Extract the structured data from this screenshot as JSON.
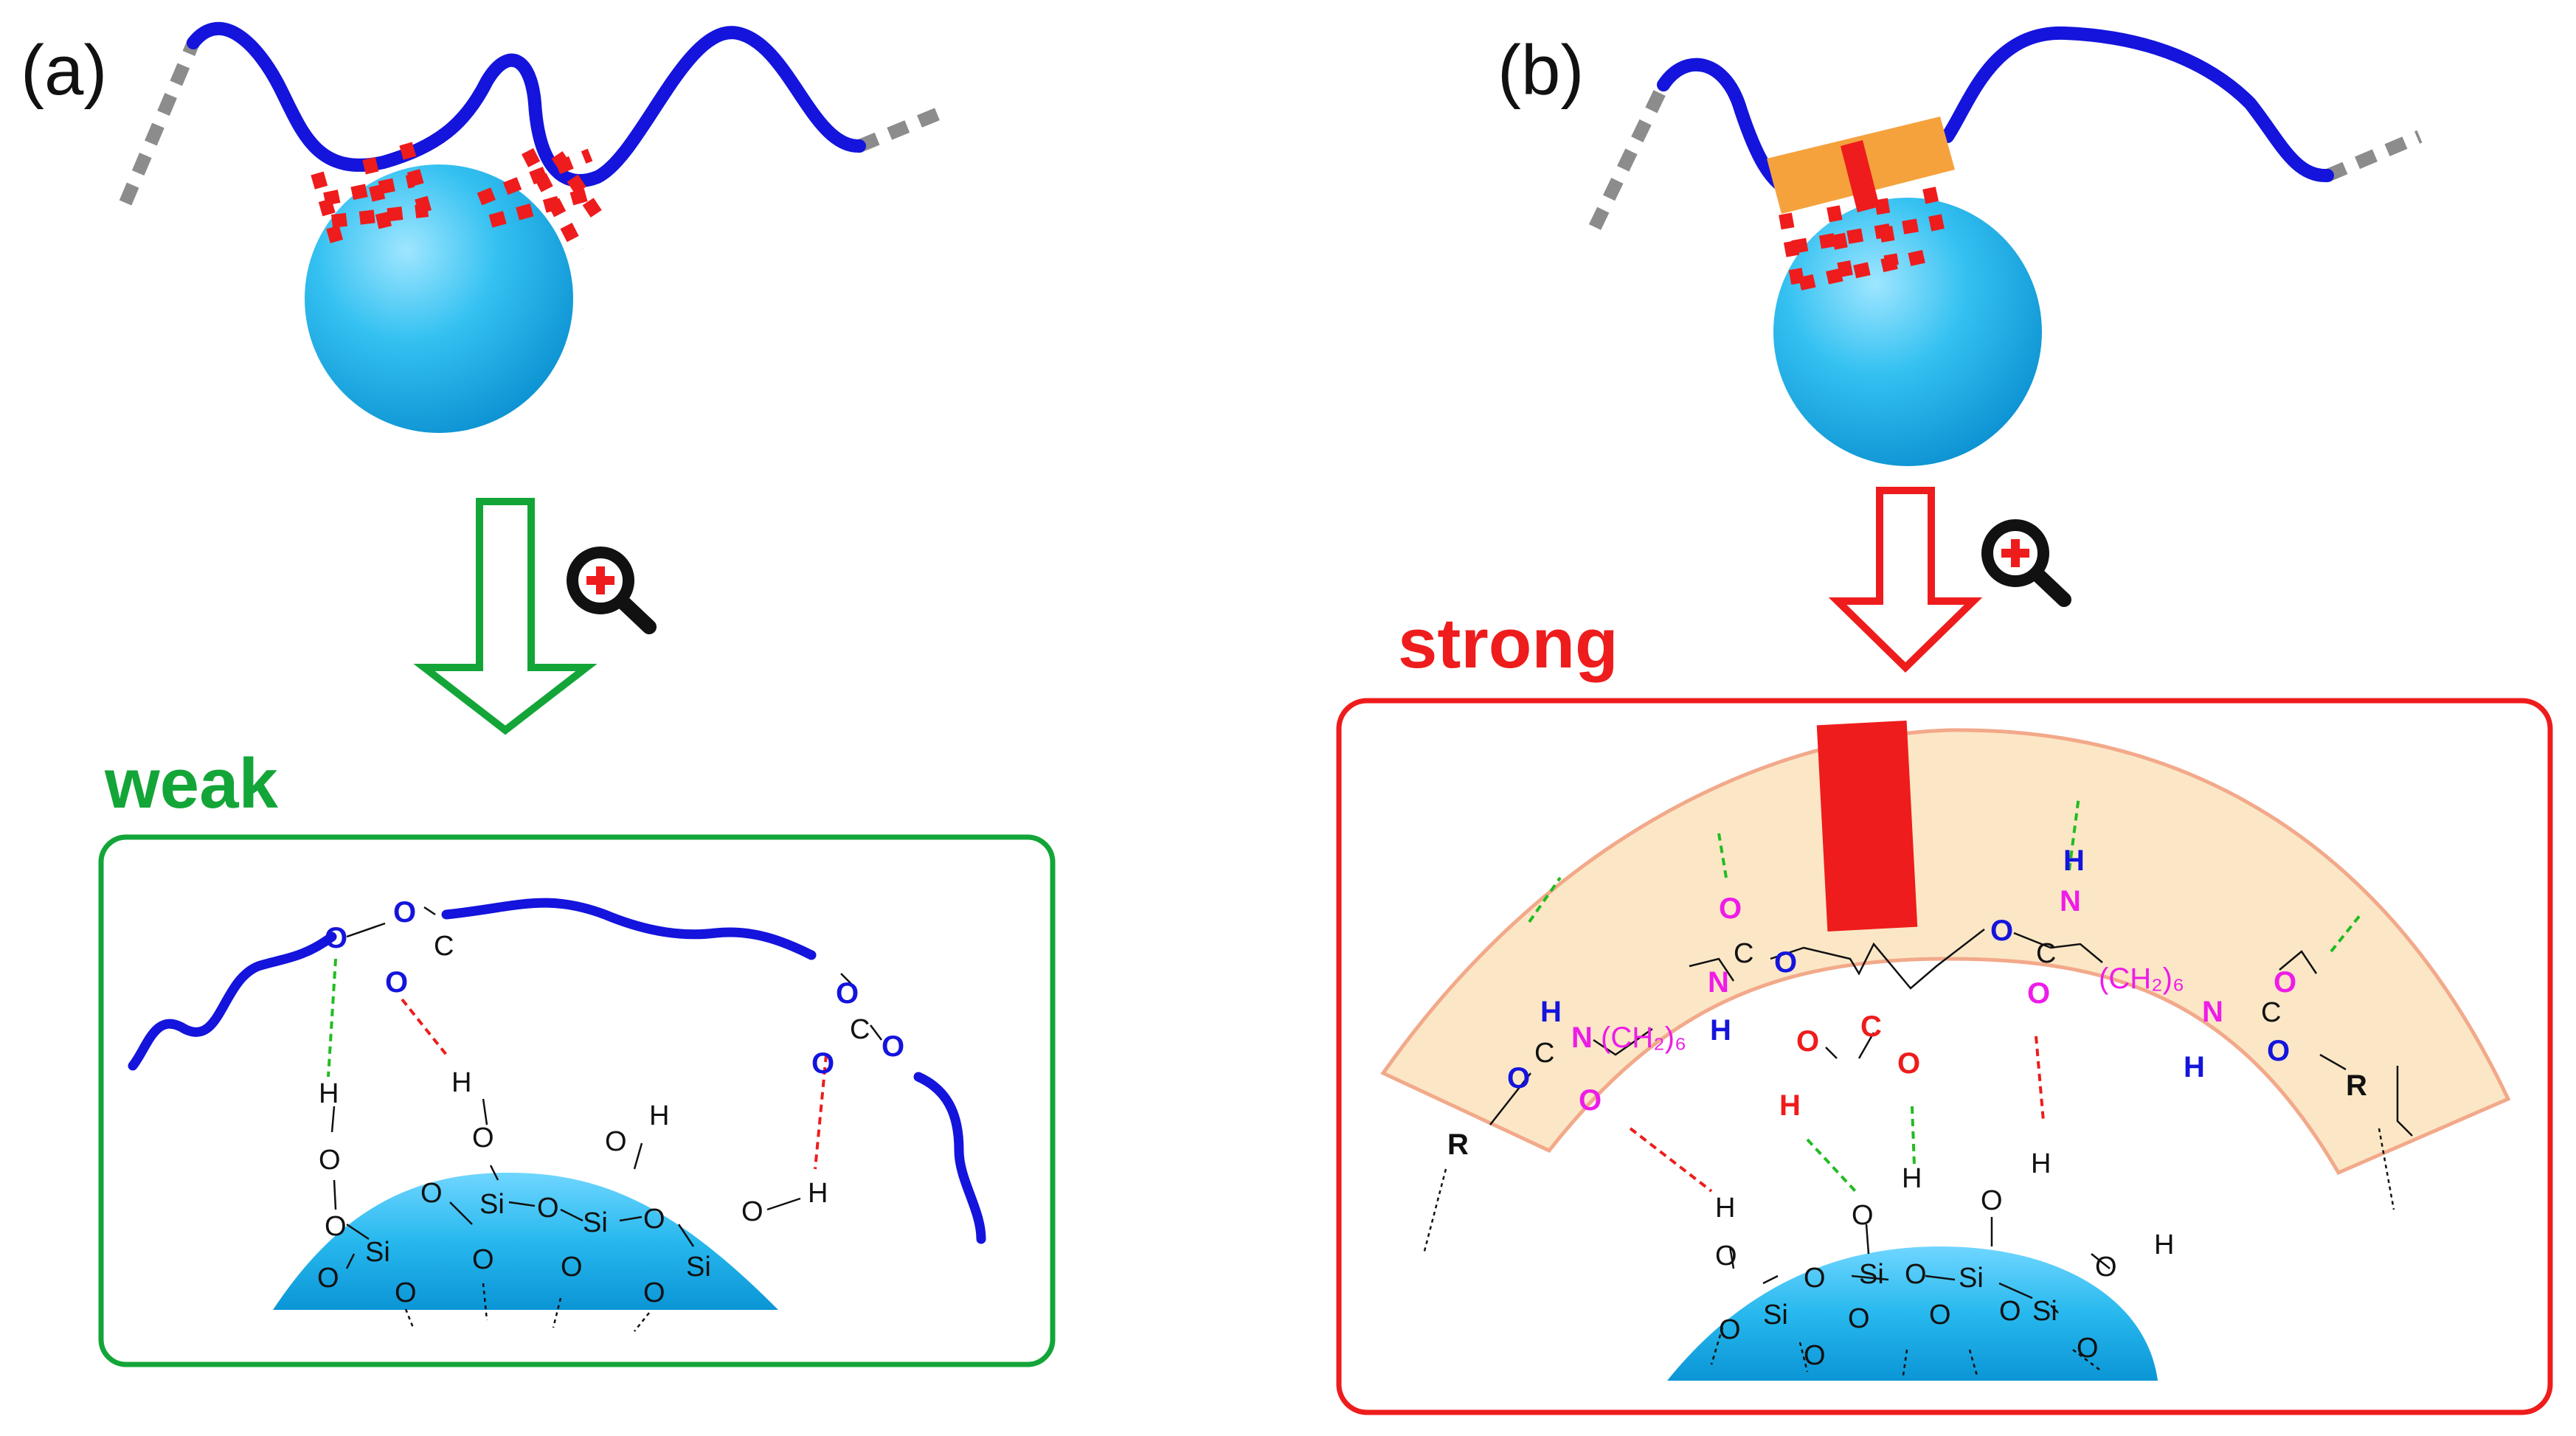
{
  "panels": {
    "a": {
      "label": "(a)",
      "strength_label": "weak",
      "strength_color": "#13a538"
    },
    "b": {
      "label": "(b)",
      "strength_label": "strong",
      "strength_color": "#ee1c1c"
    }
  },
  "atoms": {
    "oxygen": "O",
    "hydrogen": "H",
    "silicon": "Si",
    "nitrogen": "N",
    "carbon": "C",
    "r_group": "R",
    "methylene_chain": "(CH₂)₆"
  },
  "icons": {
    "zoom": "zoom-in-magnifier-icon"
  },
  "colors": {
    "polymer_chain": "#1414dd",
    "chain_end": "#8c8c8c",
    "particle": "#21b2e6",
    "hbond_weak_marker": "#ee1c1c",
    "sleeve": "#f5a23d",
    "sleeve_band": "#fbe7c6",
    "carbonyl_oxygen": "#ee1ce8",
    "ether_oxygen": "#1414dd",
    "acid_group": "#ee1c1c",
    "green_hbond": "#22bb22",
    "red_hbond": "#ee1c1c"
  }
}
